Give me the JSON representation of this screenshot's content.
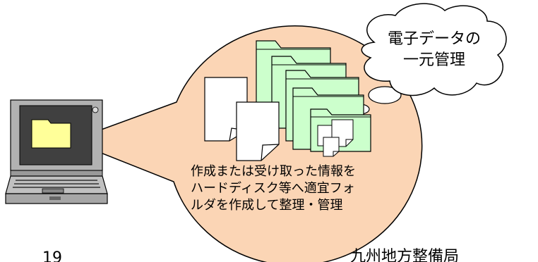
{
  "cloud": {
    "line1": "電子データの",
    "line2": "一元管理"
  },
  "bubble": {
    "line1": "作成または受け取った情報を",
    "line2": "ハードディスク等へ適宜フォ",
    "line3": "ルダを作成して整理・管理"
  },
  "footer": {
    "page_number": "19",
    "organization": "九州地方整備局"
  },
  "colors": {
    "bubble_fill": "#fbd5b5",
    "folder_green": "#ccffcc",
    "laptop_folder": "#ffff99",
    "laptop_body": "#b2b2b2",
    "laptop_screen": "#404040"
  },
  "icons": [
    "laptop-icon",
    "folder-icon",
    "document-icon",
    "thought-cloud"
  ]
}
